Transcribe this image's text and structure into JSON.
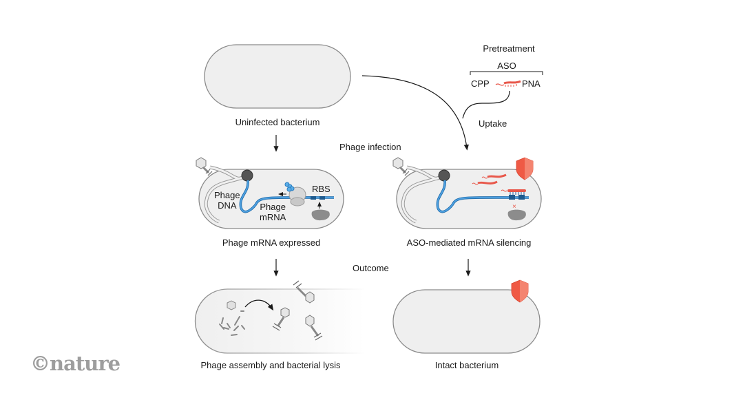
{
  "figure": {
    "stages": {
      "uninfected": "Uninfected bacterium",
      "expressed": "Phage mRNA expressed",
      "silencing": "ASO-mediated mRNA silencing",
      "lysis": "Phage assembly and bacterial lysis",
      "intact": "Intact bacterium"
    },
    "steps": {
      "infection": "Phage infection",
      "outcome": "Outcome",
      "uptake": "Uptake",
      "pretreatment": "Pretreatment"
    },
    "aso": {
      "title": "ASO",
      "left": "CPP",
      "right": "PNA"
    },
    "inner_labels": {
      "phage_dna_1": "Phage",
      "phage_dna_2": "DNA",
      "phage_mrna_1": "Phage",
      "phage_mrna_2": "mRNA",
      "rbs": "RBS"
    },
    "colors": {
      "mrna": "#3a8fd0",
      "aso": "#e8574a",
      "shield": "#ef5a45",
      "cell_fill": "#efefef",
      "cell_stroke": "#8a8a8a"
    }
  },
  "credit": "©nature"
}
